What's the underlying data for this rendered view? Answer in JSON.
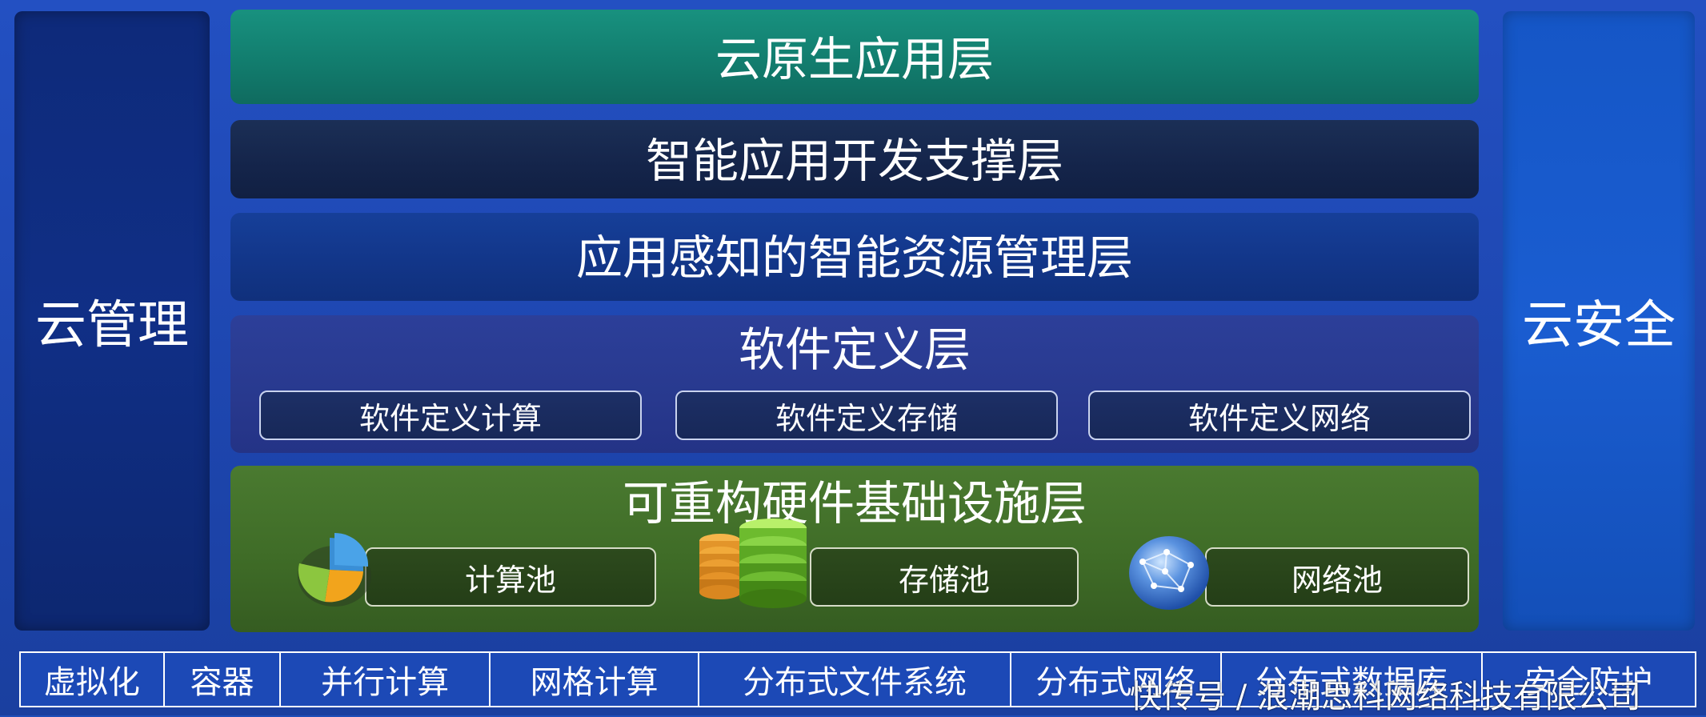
{
  "side_left": {
    "label": "云管理"
  },
  "side_right": {
    "label": "云安全"
  },
  "layers": {
    "cloud_native": {
      "title": "云原生应用层"
    },
    "intelligent_dev": {
      "title": "智能应用开发支撑层"
    },
    "resource_mgmt": {
      "title": "应用感知的智能资源管理层"
    },
    "software_defined": {
      "title": "软件定义层",
      "items": [
        "软件定义计算",
        "软件定义存储",
        "软件定义网络"
      ]
    },
    "hardware": {
      "title": "可重构硬件基础设施层",
      "pools": [
        {
          "label": "计算池",
          "icon": "pie-chart-icon"
        },
        {
          "label": "存储池",
          "icon": "database-stack-icon"
        },
        {
          "label": "网络池",
          "icon": "globe-network-icon"
        }
      ]
    }
  },
  "bottom_bar": [
    "虚拟化",
    "容器",
    "并行计算",
    "网格计算",
    "分布式文件系统",
    "分布式网络",
    "分布式数据库",
    "安全防护"
  ],
  "watermark": "快传号 / 浪潮思科网络科技有限公司",
  "colors": {
    "background": "#1f4db8",
    "cloud_native": "#127d6e",
    "intelligent_dev": "#14244a",
    "resource_mgmt": "#123689",
    "software_defined": "#28398e",
    "hardware": "#3f6c27"
  }
}
